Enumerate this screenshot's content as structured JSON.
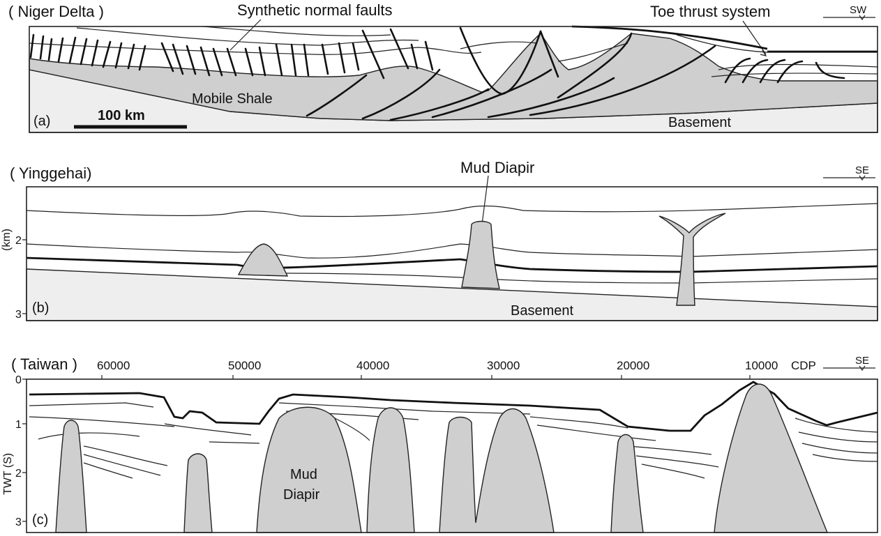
{
  "panel_a": {
    "region": "( Niger Delta )",
    "letter": "(a)",
    "labels": {
      "faults": "Synthetic normal faults",
      "toe": "Toe thrust system",
      "shale": "Mobile Shale",
      "basement": "Basement",
      "scale": "100 km"
    },
    "direction": "SW"
  },
  "panel_b": {
    "region": "( Yinggehai)",
    "letter": "(b)",
    "labels": {
      "diapir": "Mud Diapir",
      "basement": "Basement"
    },
    "axis_label": "(km)",
    "ticks": [
      "2",
      "3"
    ],
    "direction": "SE"
  },
  "panel_c": {
    "region": "( Taiwan )",
    "letter": "(c)",
    "cdp_ticks": [
      "60000",
      "50000",
      "40000",
      "30000",
      "20000",
      "10000"
    ],
    "cdp_label": "CDP",
    "axis_label": "TWT (S)",
    "ticks": [
      "0",
      "1",
      "2",
      "3"
    ],
    "labels": {
      "diapir_line1": "Mud",
      "diapir_line2": "Diapir"
    },
    "direction": "SE"
  },
  "colors": {
    "shale_fill": "#cfcfcf",
    "basement_fill": "#eeeeee",
    "line": "#111111"
  }
}
